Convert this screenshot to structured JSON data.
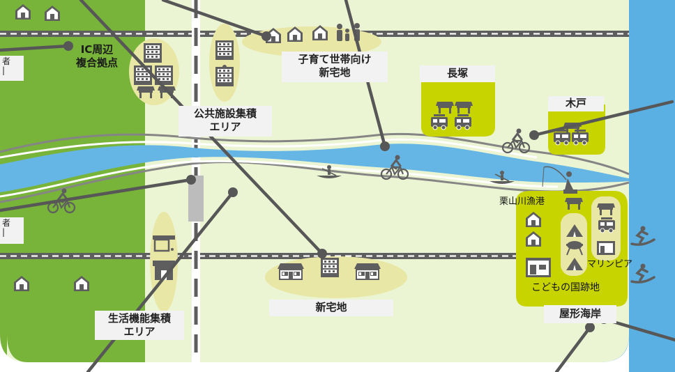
{
  "labels": {
    "ic_area": [
      "IC周辺",
      "複合拠点"
    ],
    "public_area": [
      "公共施設集積",
      "エリア"
    ],
    "family_area": [
      "子育て世帯向け",
      "新宅地"
    ],
    "nagatsuka": "長塚",
    "kido": "木戸",
    "kuriyamagawa_port": "栗山川漁港",
    "marine_pier": "マリンピア",
    "kodomo_park": "こどもの国跡地",
    "yakata_beach": "屋形海岸",
    "new_residential": "新宅地",
    "living_area": [
      "生活機能集積",
      "エリア"
    ],
    "left_cut_top": [
      "者",
      "|"
    ],
    "left_cut_bottom": [
      "者",
      "|"
    ]
  },
  "colors": {
    "background_land": "#ecf5d3",
    "rural_green": "#78b33a",
    "sea_blue": "#5ab0e2",
    "river_blue": "#65b6e5",
    "highlight_yellow": "#e9e7a6",
    "highlight_lime": "#c8d400",
    "road_white": "#ffffff",
    "line_gray": "#575757",
    "icon_gray": "#5e5e5e"
  },
  "icons": [
    "house-icon",
    "family-icon",
    "building-icon",
    "bicycle-icon",
    "canoe-icon",
    "fishing-icon",
    "shop-icon",
    "camper-icon",
    "tent-icon",
    "bbq-icon",
    "surfing-icon"
  ]
}
